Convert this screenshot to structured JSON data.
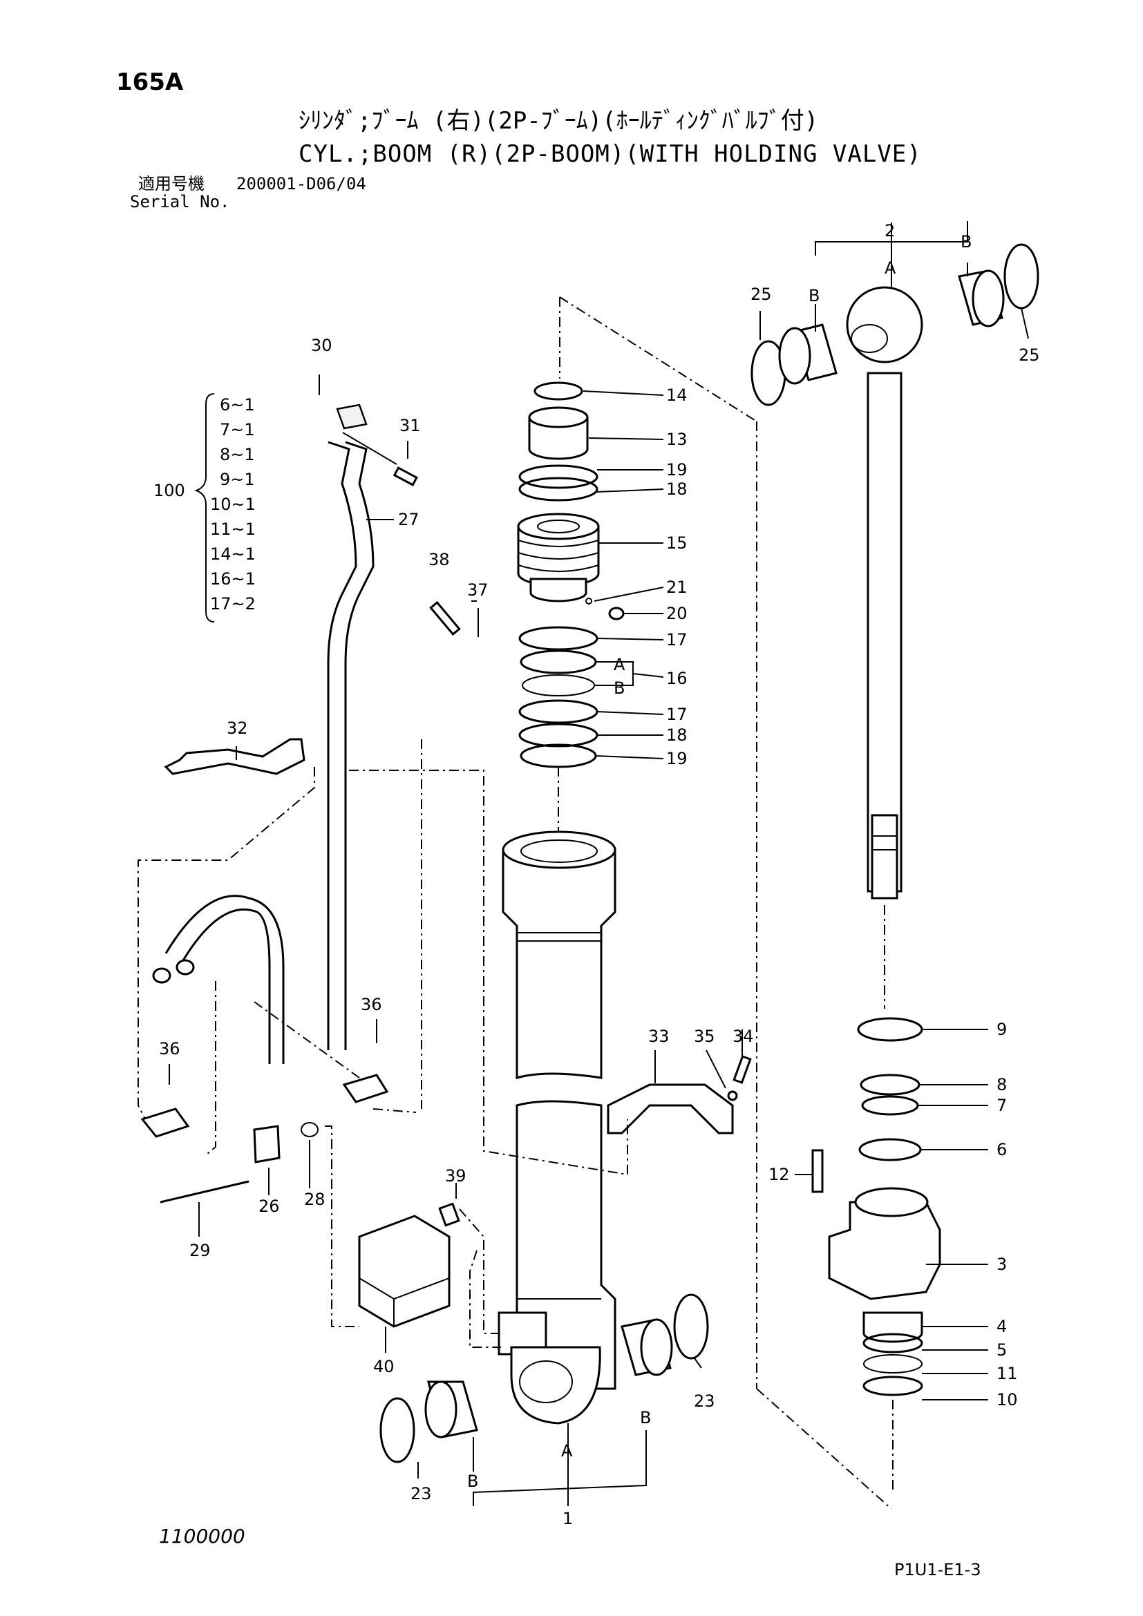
{
  "header": {
    "page_no": "165A",
    "title_jp": "ｼﾘﾝﾀﾞ;ﾌﾞｰﾑ (右)(2P-ﾌﾞｰﾑ)(ﾎｰﾙﾃﾞｨﾝｸﾞﾊﾞﾙﾌﾞ付)",
    "title_en": "CYL.;BOOM (R)(2P-BOOM)(WITH HOLDING VALVE)",
    "serial_label_jp": "適用号機",
    "serial_value": "200001-D06/04",
    "serial_label_en": "Serial No."
  },
  "kit": {
    "number": "100",
    "items": [
      "6~1",
      "7~1",
      "8~1",
      "9~1",
      "10~1",
      "11~1",
      "14~1",
      "16~1",
      "17~2"
    ]
  },
  "callouts": {
    "c1": "1",
    "c2": "2",
    "c3": "3",
    "c4": "4",
    "c5": "5",
    "c6": "6",
    "c7": "7",
    "c8": "8",
    "c9": "9",
    "c10": "10",
    "c11": "11",
    "c12": "12",
    "c13": "13",
    "c14": "14",
    "c15": "15",
    "c16": "16",
    "c17a": "17",
    "c17b": "17",
    "c18a": "18",
    "c18b": "18",
    "c19a": "19",
    "c19b": "19",
    "c20": "20",
    "c21": "21",
    "c23a": "23",
    "c23b": "23",
    "c25a": "25",
    "c25b": "25",
    "c26": "26",
    "c27": "27",
    "c28": "28",
    "c29": "29",
    "c30": "30",
    "c31": "31",
    "c32": "32",
    "c33": "33",
    "c34": "34",
    "c35": "35",
    "c36a": "36",
    "c36b": "36",
    "c37": "37",
    "c38": "38",
    "c39": "39",
    "c40": "40",
    "sub_a_16": "A",
    "sub_b_16": "B",
    "sub_a_2": "A",
    "sub_b_2l": "B",
    "sub_b_2r": "B",
    "sub_a_1": "A",
    "sub_b_1l": "B",
    "sub_b_1r": "B"
  },
  "footer": {
    "drawing_code": "1100000",
    "sheet_code": "P1U1-E1-3"
  }
}
